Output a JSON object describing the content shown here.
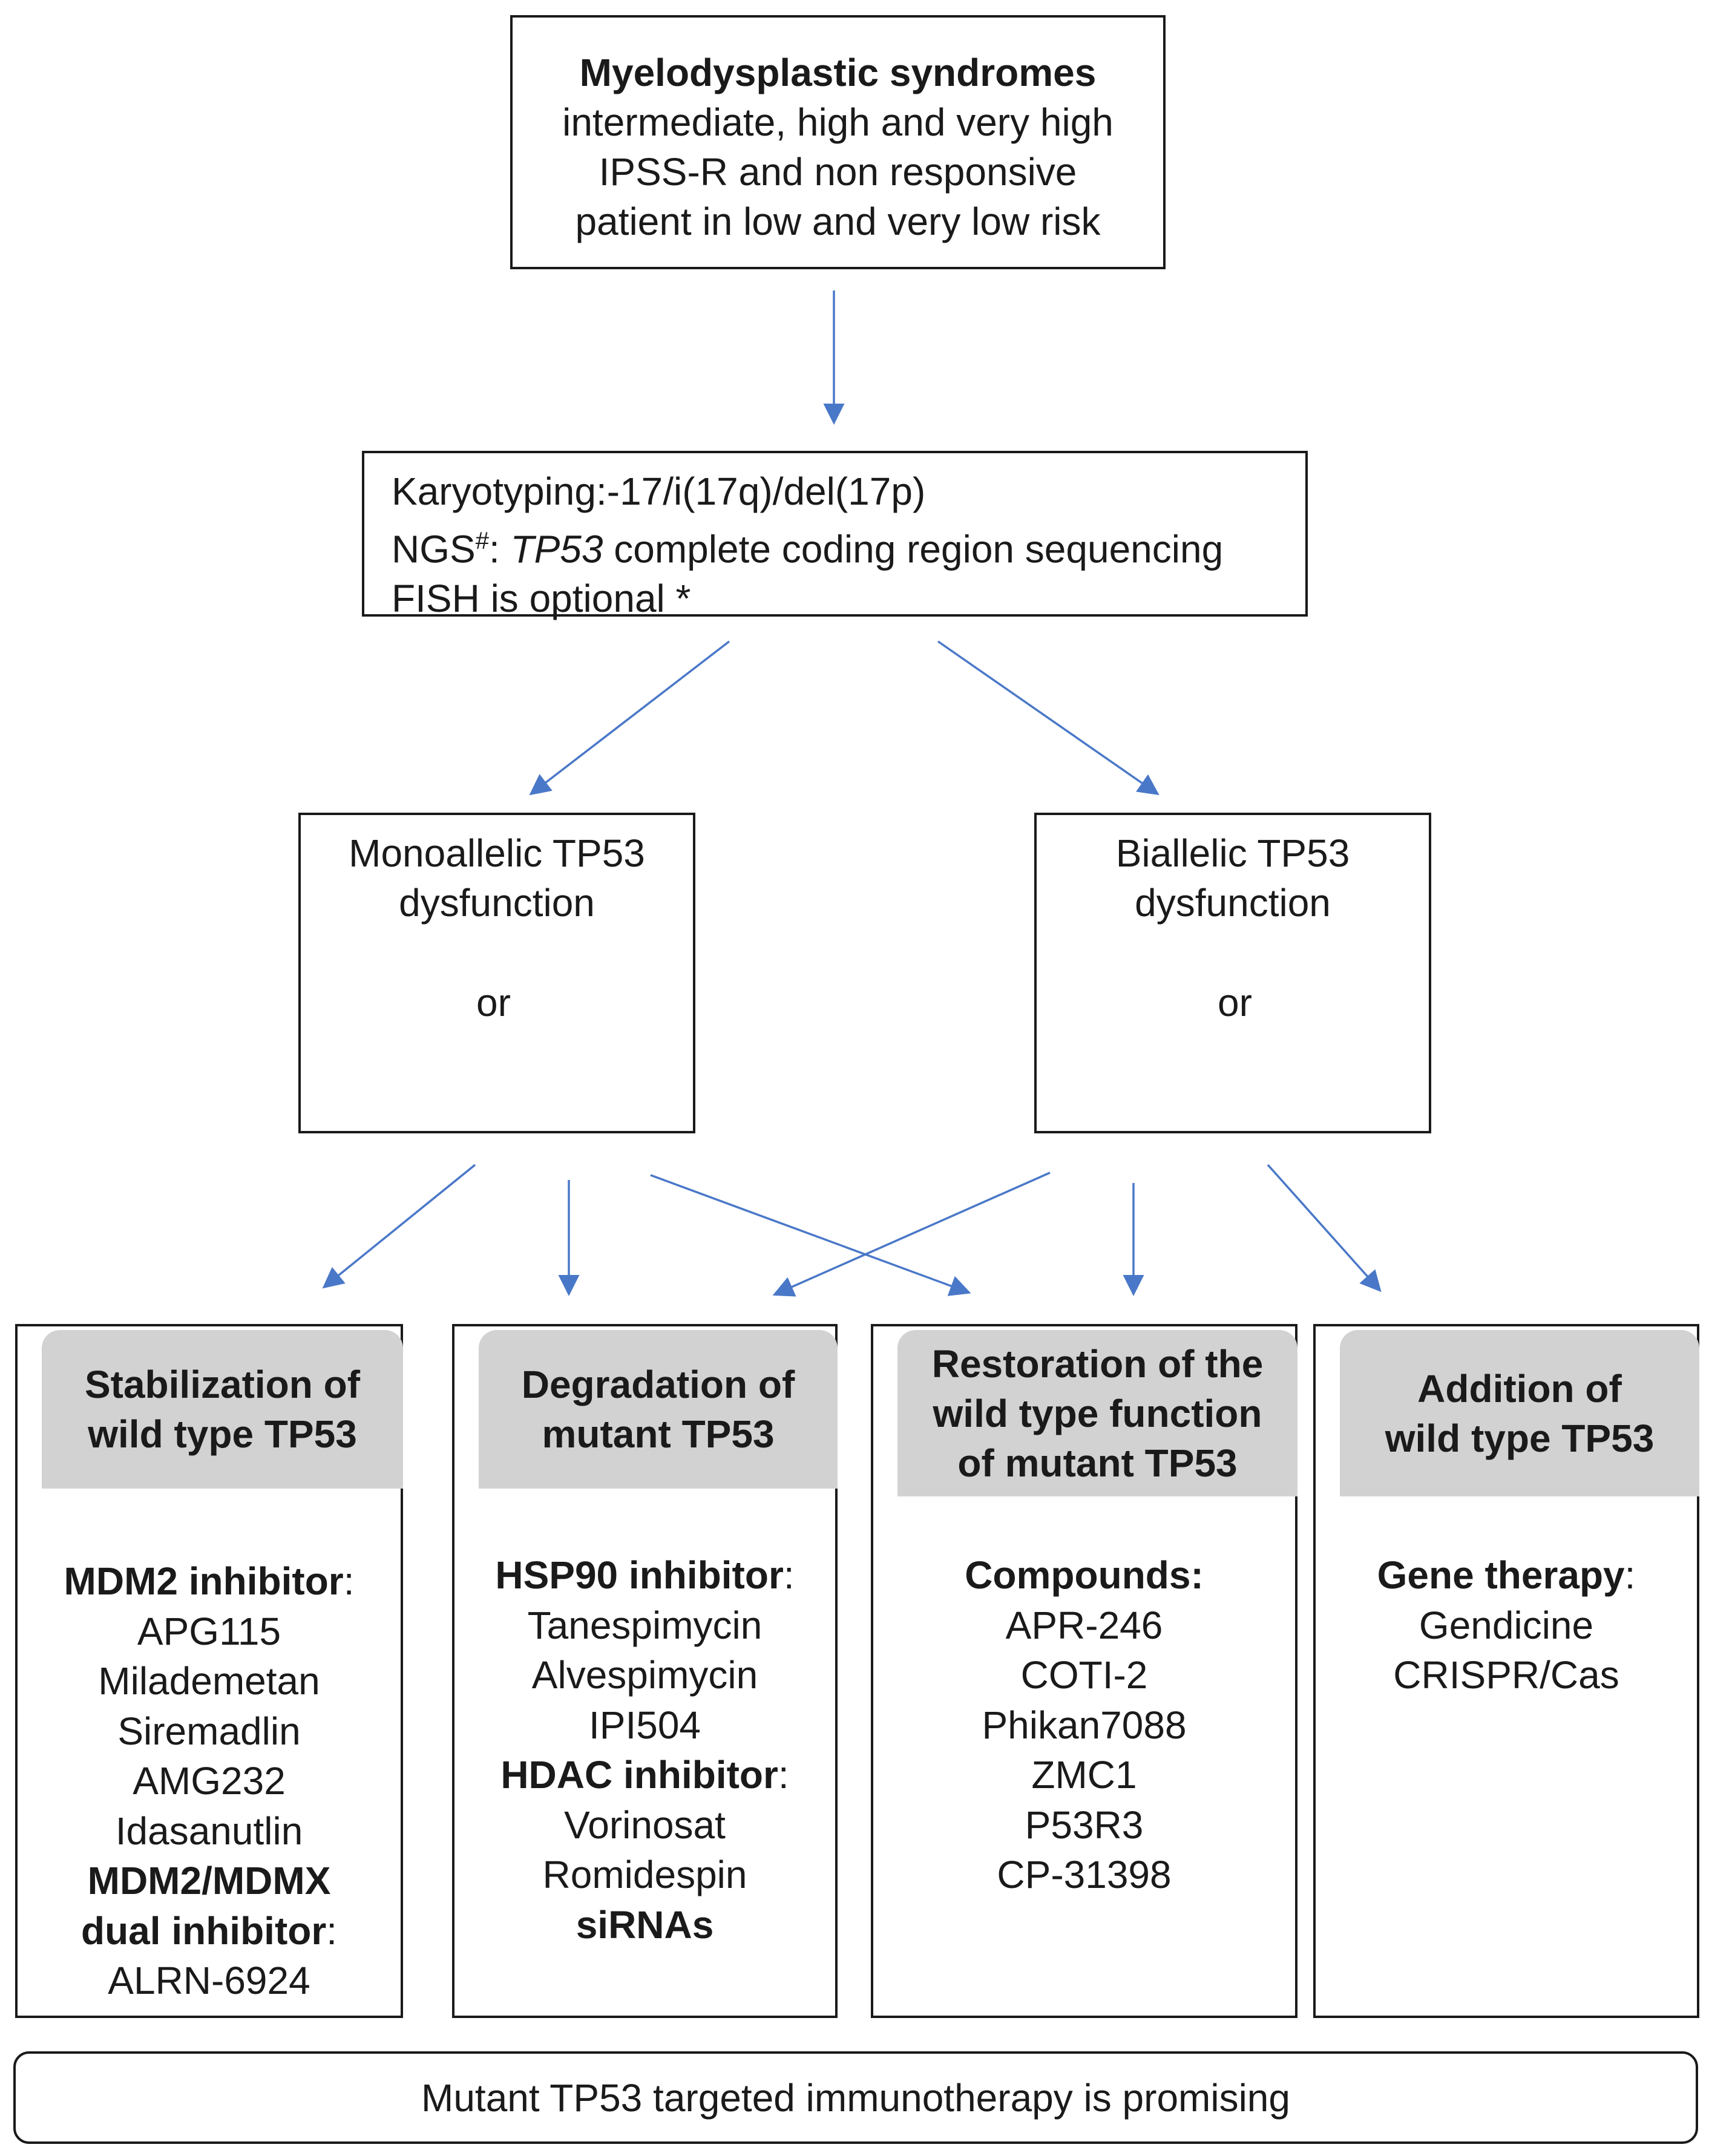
{
  "top_box": {
    "title": "Myelodysplastic syndromes",
    "lines": [
      "intermediate, high and very high",
      "IPSS-R and non responsive",
      "patient in low and very low risk"
    ]
  },
  "karyotyping_box": {
    "line1": "Karyotyping:-17/i(17q)/del(17p)",
    "line2_prefix": "NGS",
    "line2_sup": "#",
    "line2_colon": ": ",
    "line2_italic": "TP53",
    "line2_rest": " complete coding region sequencing",
    "line3": "FISH is optional *"
  },
  "mono_box": {
    "line1": "Monoallelic TP53",
    "line2": "dysfunction",
    "or": "or"
  },
  "bi_box": {
    "line1": "Biallelic TP53",
    "line2": "dysfunction",
    "or": "or"
  },
  "therapies": {
    "stabilization": {
      "header": [
        "Stabilization of",
        "wild type TP53"
      ],
      "group1_label": "MDM2 inhibitor",
      "group1_items": [
        "APG115",
        "Milademetan",
        "Siremadlin",
        "AMG232",
        "Idasanutlin"
      ],
      "group2_label_line1": "MDM2/MDMX",
      "group2_label_line2": "dual inhibitor",
      "group2_items": [
        "ALRN-6924"
      ]
    },
    "degradation": {
      "header": [
        "Degradation of",
        "mutant TP53"
      ],
      "group1_label": "HSP90 inhibitor",
      "group1_items": [
        "Tanespimycin",
        "Alvespimycin",
        "IPI504"
      ],
      "group2_label": "HDAC inhibitor",
      "group2_items": [
        "Vorinosat",
        "Romidespin"
      ],
      "group3_label": "siRNAs"
    },
    "restoration": {
      "header": [
        "Restoration of the",
        "wild type function",
        "of mutant TP53"
      ],
      "group1_label": "Compounds:",
      "group1_items": [
        "APR-246",
        "COTI-2",
        "Phikan7088",
        "ZMC1",
        "P53R3",
        "CP-31398"
      ]
    },
    "addition": {
      "header": [
        "Addition of",
        "wild type TP53"
      ],
      "group1_label": "Gene therapy",
      "group1_items": [
        "Gendicine",
        "CRISPR/Cas"
      ]
    }
  },
  "bottom_bar": "Mutant TP53 targeted immunotherapy is promising",
  "colors": {
    "arrow": "#4a78c8",
    "mutation_mark": "#e02020",
    "header_fill": "#d2d2d2"
  }
}
